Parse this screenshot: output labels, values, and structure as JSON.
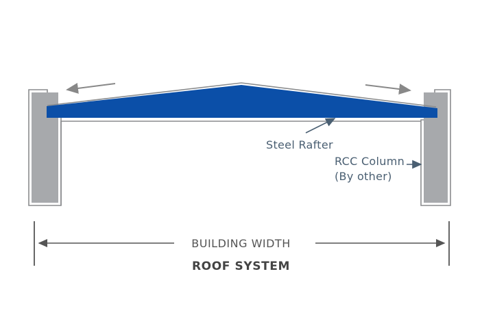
{
  "labels": {
    "steel_rafter": "Steel Rafter",
    "rcc_column": "RCC Column",
    "by_other": "(By other)",
    "building_width": "BUILDING WIDTH",
    "title": "ROOF SYSTEM"
  },
  "colors": {
    "rafter_fill": "#0b4fa8",
    "column_fill": "#a7a9ac",
    "outline": "#8a8c8e",
    "leader_line": "#4a5f72",
    "arrow": "#888888",
    "dimension_line": "#555555"
  }
}
